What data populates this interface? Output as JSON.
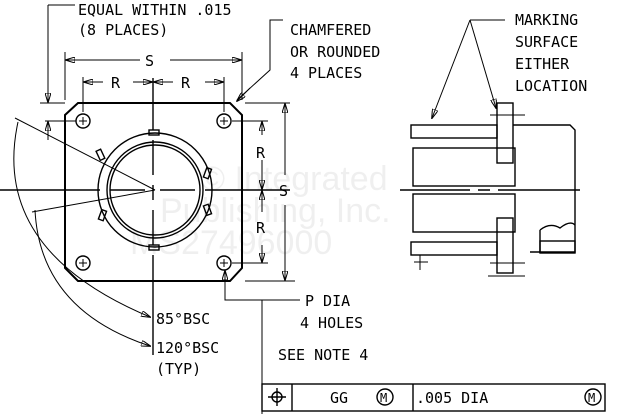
{
  "notes": {
    "equal_within": "EQUAL WITHIN .015",
    "eight_places": "(8 PLACES)",
    "chamfered": "CHAMFERED",
    "or_rounded": "OR ROUNDED",
    "four_places": "4 PLACES",
    "marking": "MARKING",
    "surface": "SURFACE",
    "either": "EITHER",
    "location": "LOCATION",
    "p_dia": "P DIA",
    "four_holes": "4 HOLES",
    "see_note": "SEE NOTE 4",
    "angle_85": "85°BSC",
    "angle_120": "120°BSC",
    "typ": "(TYP)"
  },
  "dimensions": {
    "s": "S",
    "r": "R"
  },
  "feature_control_frame": {
    "symbol": "position-icon",
    "datum": "GG",
    "datum_modifier": "M",
    "tolerance": ".005 DIA",
    "tolerance_modifier": "M"
  },
  "watermark": {
    "line1": "© Integrated",
    "line2": "Publishing, Inc.",
    "line3": "MS27496000"
  }
}
